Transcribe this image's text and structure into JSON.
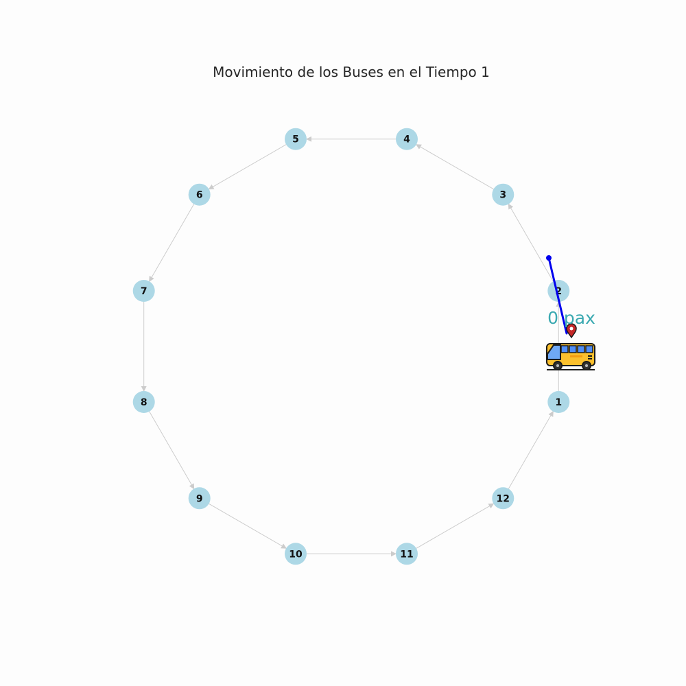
{
  "title": "Movimiento de los Buses en el Tiempo 1",
  "colors": {
    "background": "#fdfdfd",
    "node_fill": "#add8e6",
    "edge": "#cccccc",
    "active_route": "#0000ee",
    "pax_label": "#3aa9b1",
    "bus_body": "#fbc02d",
    "bus_window": "#4f8ef7",
    "pin": "#c62828"
  },
  "nodes": [
    {
      "id": "1",
      "label": "1"
    },
    {
      "id": "2",
      "label": "2"
    },
    {
      "id": "3",
      "label": "3"
    },
    {
      "id": "4",
      "label": "4"
    },
    {
      "id": "5",
      "label": "5"
    },
    {
      "id": "6",
      "label": "6"
    },
    {
      "id": "7",
      "label": "7"
    },
    {
      "id": "8",
      "label": "8"
    },
    {
      "id": "9",
      "label": "9"
    },
    {
      "id": "10",
      "label": "10"
    },
    {
      "id": "11",
      "label": "11"
    },
    {
      "id": "12",
      "label": "12"
    }
  ],
  "edges": [
    {
      "from": "1",
      "to": "2"
    },
    {
      "from": "2",
      "to": "3"
    },
    {
      "from": "3",
      "to": "4"
    },
    {
      "from": "4",
      "to": "5"
    },
    {
      "from": "5",
      "to": "6"
    },
    {
      "from": "6",
      "to": "7"
    },
    {
      "from": "7",
      "to": "8"
    },
    {
      "from": "8",
      "to": "9"
    },
    {
      "from": "9",
      "to": "10"
    },
    {
      "from": "10",
      "to": "11"
    },
    {
      "from": "11",
      "to": "12"
    },
    {
      "from": "12",
      "to": "1"
    }
  ],
  "bus": {
    "icon": "bus-icon",
    "pin_icon": "location-pin-icon",
    "passengers_label": "0 pax"
  }
}
